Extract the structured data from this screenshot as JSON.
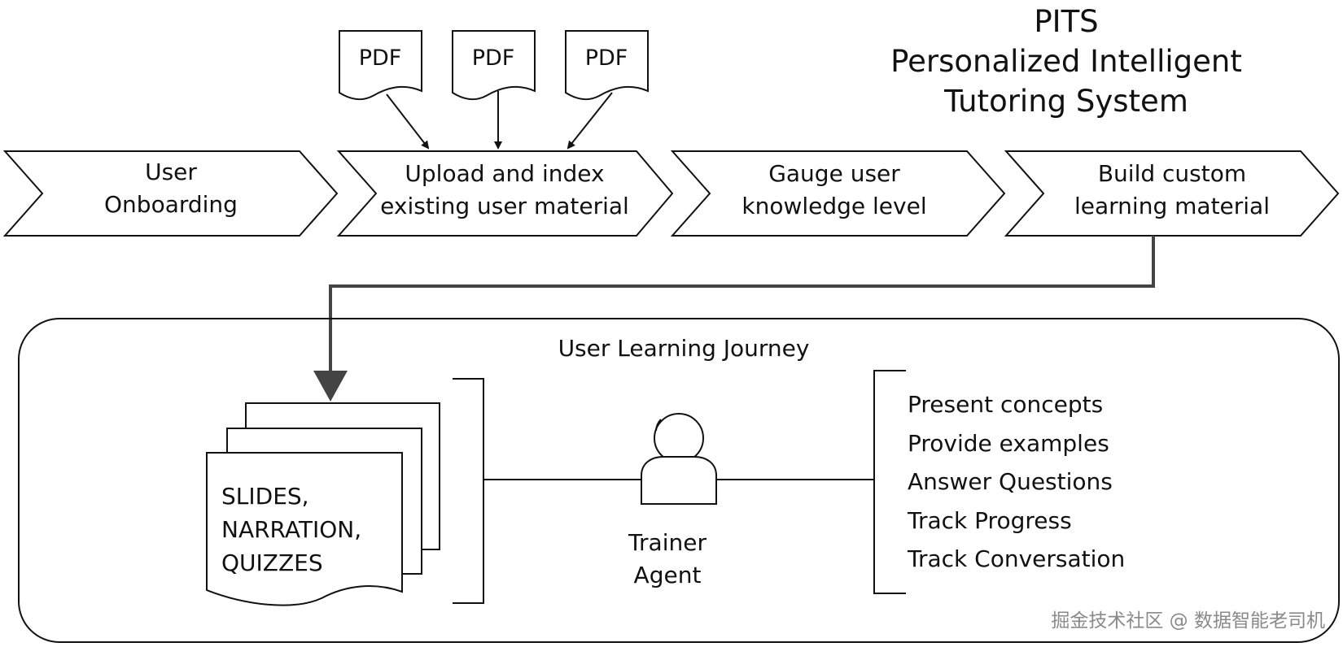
{
  "title": {
    "line1": "PITS",
    "line2": "Personalized Intelligent",
    "line3": "Tutoring System"
  },
  "pdfs": [
    "PDF",
    "PDF",
    "PDF"
  ],
  "steps": [
    {
      "label": "User\nOnboarding"
    },
    {
      "label": "Upload and index\nexisting user material"
    },
    {
      "label": "Gauge user\nknowledge level"
    },
    {
      "label": "Build custom\nlearning material"
    }
  ],
  "journey": {
    "title": "User Learning Journey",
    "material_stack_label": "SLIDES,\nNARRATION,\nQUIZZES",
    "agent_label": "Trainer\nAgent",
    "agent_icon": "person-icon",
    "tasks": [
      "Present concepts",
      "Provide examples",
      "Answer Questions",
      "Track Progress",
      "Track Conversation"
    ]
  },
  "watermark": "掘金技术社区 @ 数据智能老司机",
  "colors": {
    "stroke": "#111111",
    "connector": "#444444",
    "background": "#ffffff",
    "watermark": "#8a8a8a"
  }
}
